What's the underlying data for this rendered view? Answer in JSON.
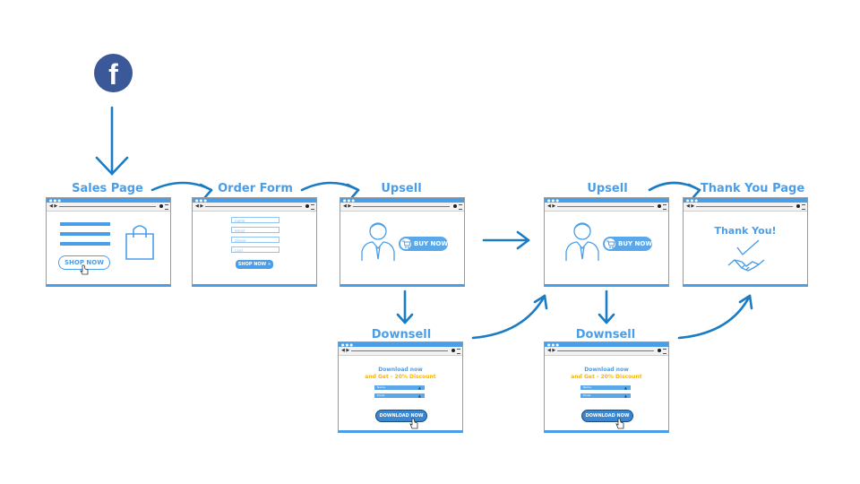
{
  "labels": {
    "sales_page": "Sales Page",
    "order_form": "Order Form",
    "upsell_1": "Upsell",
    "downsell_1": "Downsell",
    "upsell_2": "Upsell",
    "downsell_2": "Downsell",
    "thank_you_page": "Thank You Page"
  },
  "sales": {
    "button": "SHOP NOW"
  },
  "order": {
    "fields": [
      "name",
      "email",
      "phone",
      "card"
    ],
    "button": "SHOP NOW"
  },
  "upsell": {
    "button": "BUY NOW"
  },
  "downsell": {
    "line1": "Download now",
    "line2": "and Get - 20% Discount",
    "field1": "Name",
    "field2": "Email",
    "button": "DOWNLOAD NOW"
  },
  "thankyou": {
    "text": "Thank You!"
  },
  "colors": {
    "accent": "#4a9ee8",
    "arrow": "#1a7cc4",
    "facebook": "#3b5998",
    "highlight": "#f5b800"
  }
}
